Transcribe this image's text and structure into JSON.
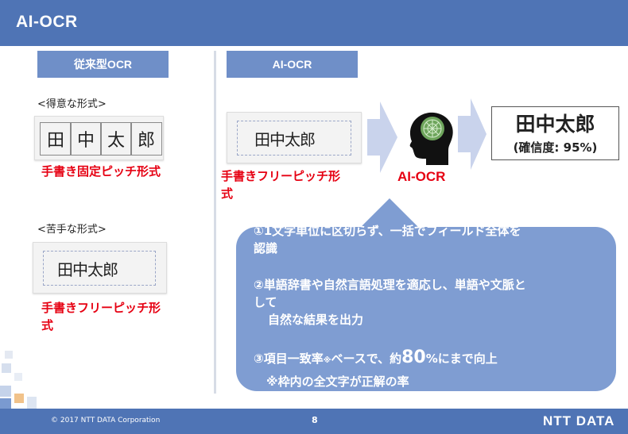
{
  "header": {
    "title": "AI-OCR"
  },
  "left": {
    "tag": "従来型OCR",
    "good_label": "<得意な形式>",
    "good_sample": [
      "田",
      "中",
      "太",
      "郎"
    ],
    "good_caption": "手書き固定ピッチ形式",
    "bad_label": "<苦手な形式>",
    "bad_sample": "田中太郎",
    "bad_caption_line1": "手書きフリーピッチ形",
    "bad_caption_line2": "式"
  },
  "right": {
    "tag": "AI-OCR",
    "sample": "田中太郎",
    "caption_line1": "手書きフリーピッチ形",
    "caption_line2": "式",
    "engine_label": "AI-OCR",
    "result_name": "田中太郎",
    "result_confidence": "(確信度: 95%)"
  },
  "callout": {
    "item1_line1": "①1文字単位に区切らず、一括でフィールド全体を",
    "item1_line2": "認識",
    "item2_line1": "②単語辞書や自然言語処理を適応し、単語や文脈と",
    "item2_line2": "して",
    "item2_line3": "自然な結果を出力",
    "item3_prefix": "③項目一致率",
    "item3_mark": "※",
    "item3_mid": "ベースで、約",
    "item3_big": "80",
    "item3_suffix": "%にまで向上",
    "item3_note": "※枠内の全文字が正解の率"
  },
  "footer": {
    "copyright": "© 2017 NTT DATA Corporation",
    "page": "8",
    "logo": "NTT DATA"
  },
  "colors": {
    "brand_blue": "#4f74b5",
    "tag_blue": "#6f8fc8",
    "callout_blue": "#7f9dd2",
    "red": "#e60012"
  },
  "icons": [
    "ai-head-icon",
    "right-arrow-icon"
  ]
}
